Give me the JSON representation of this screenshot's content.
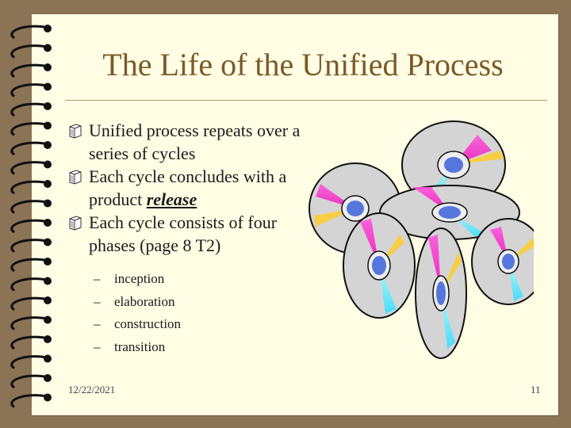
{
  "slide": {
    "title": "The Life of the Unified Process",
    "bullets": [
      {
        "text": "Unified process repeats over a series of cycles"
      },
      {
        "text_before": "Each cycle concludes with a product ",
        "emphasis": "release"
      },
      {
        "text": "Each cycle consists of four phases (page 8 T2)"
      }
    ],
    "sub_bullets": [
      {
        "dash": "–",
        "text": "inception"
      },
      {
        "dash": "–",
        "text": "elaboration"
      },
      {
        "dash": "–",
        "text": "construction"
      },
      {
        "dash": "–",
        "text": "transition"
      }
    ],
    "footer": {
      "date": "12/22/2021",
      "page_number": "11"
    }
  },
  "decor": {
    "binding": "spiral-binding",
    "bullet_icon": "book-icon",
    "illustration": "cd-discs-illustration",
    "colors": {
      "page_background": "#fffde4",
      "frame": "#8b7355",
      "title": "#7a5a2a",
      "disc_hub": "#5577dd",
      "beam_magenta": "#ff33cc",
      "beam_cyan": "#55e6ff"
    }
  }
}
